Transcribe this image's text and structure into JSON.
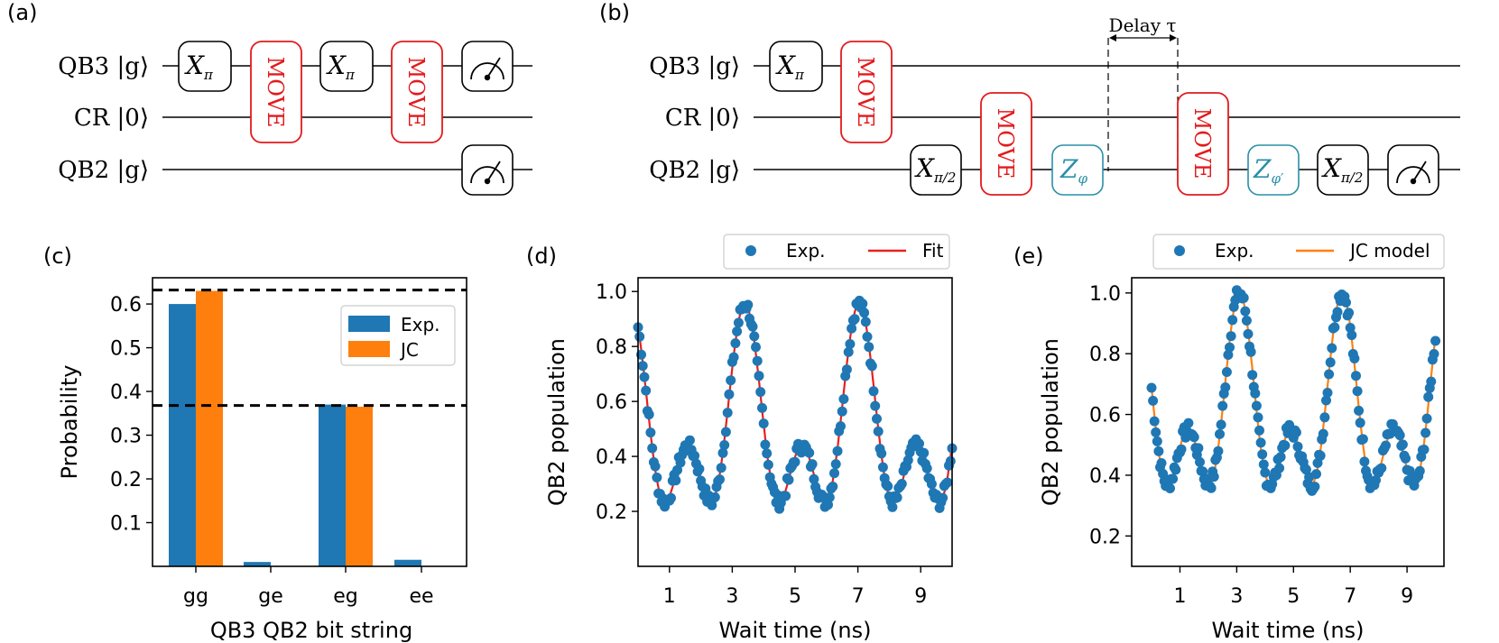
{
  "panel_labels": {
    "a": "(a)",
    "b": "(b)",
    "c": "(c)",
    "d": "(d)",
    "e": "(e)"
  },
  "circuit_a": {
    "wires": [
      "QB3 |g⟩",
      "CR |0⟩",
      "QB2 |g⟩"
    ],
    "gates": [
      "X",
      "π",
      "MOVE",
      "measure-icon"
    ]
  },
  "circuit_b": {
    "wires": [
      "QB3 |g⟩",
      "CR |0⟩",
      "QB2 |g⟩"
    ],
    "delay_label": "Delay τ",
    "gates": [
      "X",
      "π",
      "π/2",
      "MOVE",
      "Z",
      "φ",
      "φ′",
      "measure-icon"
    ]
  },
  "colors": {
    "exp": "#1f77b4",
    "jc": "#ff7f0e",
    "fit": "#e8201c",
    "move": "#e31a1c",
    "zgate": "#2a8fa8"
  },
  "chart_data": [
    {
      "type": "bar",
      "panel": "(c)",
      "xlabel": "QB3 QB2 bit string",
      "ylabel": "Probability",
      "categories": [
        "gg",
        "ge",
        "eg",
        "ee"
      ],
      "series": [
        {
          "name": "Exp.",
          "values": [
            0.6,
            0.01,
            0.37,
            0.015
          ]
        },
        {
          "name": "JC",
          "values": [
            0.63,
            0.0,
            0.365,
            0.0
          ]
        }
      ],
      "hlines": [
        0.632,
        0.368
      ],
      "ylim": [
        0.0,
        0.66
      ],
      "yticks": [
        "0.1",
        "0.2",
        "0.3",
        "0.4",
        "0.5",
        "0.6"
      ],
      "legend": "upper-right"
    },
    {
      "type": "scatter",
      "panel": "(d)",
      "xlabel": "Wait time (ns)",
      "ylabel": "QB2 population",
      "xlim": [
        0,
        10
      ],
      "ylim": [
        0,
        1.05
      ],
      "xticks": [
        "1",
        "3",
        "5",
        "7",
        "9"
      ],
      "yticks": [
        "0.2",
        "0.4",
        "0.6",
        "0.8",
        "1.0"
      ],
      "legend": "above",
      "series": [
        {
          "name": "Exp.",
          "kind": "points"
        },
        {
          "name": "Fit",
          "kind": "line"
        }
      ],
      "model": {
        "a": 0.47,
        "b": 0.015,
        "w1": 1.729,
        "w2": 3.458,
        "phase": 0.4,
        "trend": 0.015
      }
    },
    {
      "type": "scatter",
      "panel": "(e)",
      "xlabel": "Wait time (ns)",
      "ylabel": "QB2 population",
      "xlim": [
        -0.7,
        10.3
      ],
      "ylim": [
        0.1,
        1.05
      ],
      "xticks": [
        "1",
        "3",
        "5",
        "7",
        "9"
      ],
      "yticks": [
        "0.2",
        "0.4",
        "0.6",
        "0.8",
        "1.0"
      ],
      "legend": "above",
      "series": [
        {
          "name": "Exp.",
          "kind": "points"
        },
        {
          "name": "JC model",
          "kind": "line"
        }
      ],
      "model": {
        "a": 0.41,
        "b": 0.18,
        "w1": 1.738,
        "w2": 3.476,
        "phase": 0.9,
        "trend": 0.0
      }
    }
  ]
}
